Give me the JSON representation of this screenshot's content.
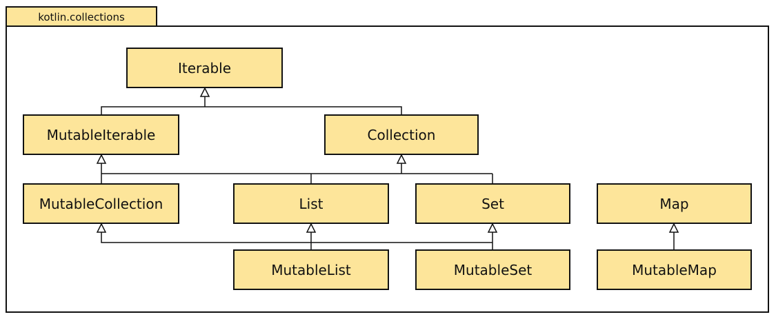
{
  "package": {
    "name": "kotlin.collections"
  },
  "nodes": {
    "iterable": "Iterable",
    "mutable_iterable": "MutableIterable",
    "collection": "Collection",
    "mutable_collection": "MutableCollection",
    "list": "List",
    "set": "Set",
    "map": "Map",
    "mutable_list": "MutableList",
    "mutable_set": "MutableSet",
    "mutable_map": "MutableMap"
  },
  "relations": [
    {
      "child": "MutableIterable",
      "parent": "Iterable"
    },
    {
      "child": "Collection",
      "parent": "Iterable"
    },
    {
      "child": "MutableCollection",
      "parent": "MutableIterable"
    },
    {
      "child": "MutableCollection",
      "parent": "Collection"
    },
    {
      "child": "List",
      "parent": "Collection"
    },
    {
      "child": "Set",
      "parent": "Collection"
    },
    {
      "child": "MutableList",
      "parent": "List"
    },
    {
      "child": "MutableList",
      "parent": "MutableCollection"
    },
    {
      "child": "MutableSet",
      "parent": "Set"
    },
    {
      "child": "MutableSet",
      "parent": "MutableCollection"
    },
    {
      "child": "MutableMap",
      "parent": "Map"
    }
  ],
  "colors": {
    "node_fill": "#fde59a",
    "border": "#111111"
  }
}
